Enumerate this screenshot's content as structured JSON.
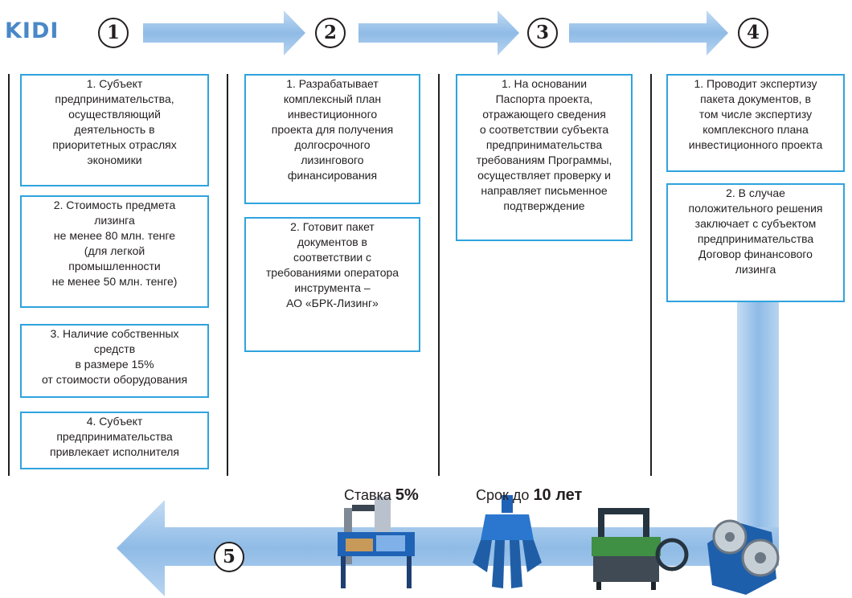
{
  "brand": {
    "logo_text": "KIDI"
  },
  "steps": [
    "1",
    "2",
    "3",
    "4",
    "5"
  ],
  "column1": {
    "box1": "1. Субъект\nпредпринимательства,\nосуществляющий\nдеятельность в\nприоритетных отраслях\nэкономики",
    "box2": "2. Стоимость предмета\nлизинга\nне менее 80 млн. тенге\n(для легкой\nпромышленности\nне менее 50 млн. тенге)",
    "box3": "3. Наличие собственных\nсредств\nв размере 15%\nот стоимости оборудования",
    "box4": "4. Субъект\nпредпринимательства\nпривлекает исполнителя"
  },
  "column2": {
    "box1": "1. Разрабатывает\nкомплексный план\nинвестиционного\nпроекта для получения\nдолгосрочного\nлизингового\nфинансирования",
    "box2": "2. Готовит пакет\nдокументов в\nсоответствии с\nтребованиями оператора\nинструмента –\nАО «БРК-Лизинг»"
  },
  "column3": {
    "box1": "1. На основании\nПаспорта проекта,\nотражающего сведения\nо соответствии субъекта\nпредпринимательства\nтребованиям Программы,\nосуществляет проверку и\nнаправляет письменное\nподтверждение"
  },
  "column4": {
    "box1": "1. Проводит экспертизу\nпакета документов, в\nтом числе экспертизу\nкомплексного плана\nинвестиционного проекта",
    "box2": "2. В случае\nположительного решения\nзаключает с субъектом\nпредпринимательства\nДоговор финансового\nлизинга"
  },
  "terms": {
    "rate_label": "Ставка",
    "rate_value": "5%",
    "term_label": "Срок до",
    "term_value": "10 лет"
  },
  "icons": [
    "packaging-machine-icon",
    "grab-bucket-icon",
    "strapping-machine-icon",
    "gearbox-machine-icon"
  ],
  "colors": {
    "arrow": "#9ec4ea",
    "box_border": "#2fa3de",
    "logo": "#4a88c7"
  }
}
